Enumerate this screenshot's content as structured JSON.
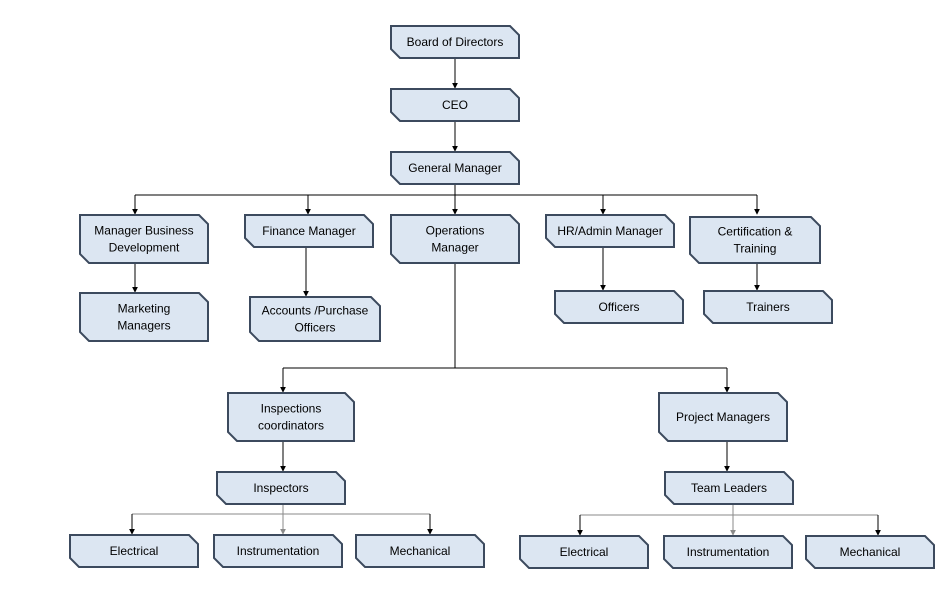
{
  "org_chart": {
    "board": [
      "Board of Directors"
    ],
    "ceo": [
      "CEO"
    ],
    "general_manager": [
      "General Manager"
    ],
    "manager_business_development": [
      "Manager Business",
      "Development"
    ],
    "finance_manager": [
      "Finance Manager"
    ],
    "operations_manager": [
      "Operations",
      "Manager"
    ],
    "hr_admin_manager": [
      "HR/Admin Manager"
    ],
    "certification_training": [
      "Certification &",
      "Training"
    ],
    "marketing_managers": [
      "Marketing",
      "Managers"
    ],
    "accounts_purchase_officers": [
      "Accounts /Purchase",
      "Officers"
    ],
    "officers": [
      "Officers"
    ],
    "trainers": [
      "Trainers"
    ],
    "inspections_coordinators": [
      "Inspections",
      "coordinators"
    ],
    "project_managers": [
      "Project Managers"
    ],
    "inspectors": [
      "Inspectors"
    ],
    "team_leaders": [
      "Team Leaders"
    ],
    "insp_electrical": [
      "Electrical"
    ],
    "insp_instrumentation": [
      "Instrumentation"
    ],
    "insp_mechanical": [
      "Mechanical"
    ],
    "proj_electrical": [
      "Electrical"
    ],
    "proj_instrumentation": [
      "Instrumentation"
    ],
    "proj_mechanical": [
      "Mechanical"
    ]
  },
  "colors": {
    "box_fill": "#dce6f2",
    "box_border": "#3c4a5e",
    "connector": "#000000"
  }
}
